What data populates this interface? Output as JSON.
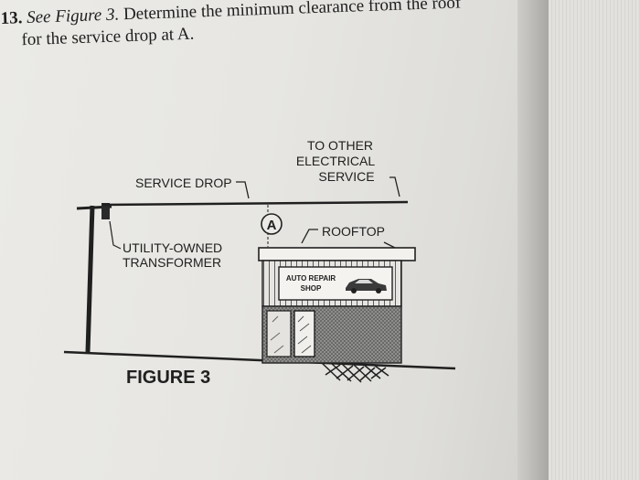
{
  "question": {
    "number": "13.",
    "figure_ref": "See Figure 3.",
    "line1_rest": "Determine the minimum clearance from the roof",
    "line2": "for the service drop at A."
  },
  "figure": {
    "labels": {
      "service_drop": "SERVICE DROP",
      "to_other_1": "TO OTHER",
      "to_other_2": "ELECTRICAL",
      "to_other_3": "SERVICE",
      "marker": "A",
      "rooftop": "ROOFTOP",
      "transformer_1": "UTILITY-OWNED",
      "transformer_2": "TRANSFORMER",
      "sign_1": "AUTO REPAIR",
      "sign_2": "SHOP",
      "caption": "FIGURE 3"
    }
  },
  "colors": {
    "ink": "#202020",
    "page": "#ebeae7"
  }
}
